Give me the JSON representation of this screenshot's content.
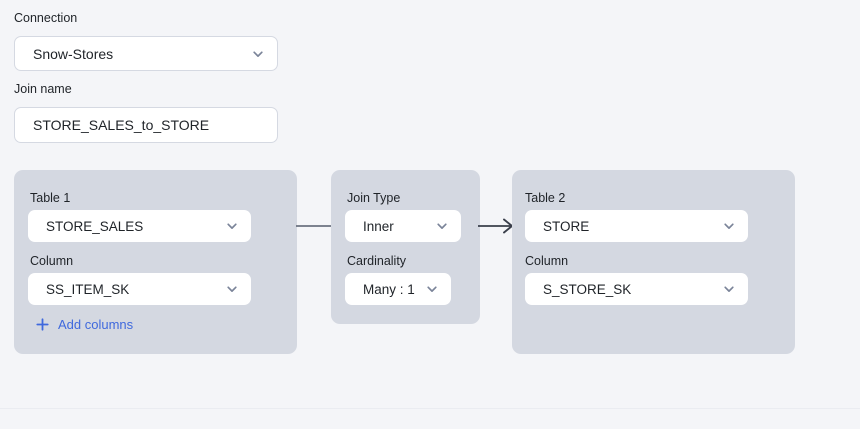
{
  "form": {
    "connection": {
      "label": "Connection",
      "value": "Snow-Stores"
    },
    "join_name": {
      "label": "Join name",
      "value": "STORE_SALES_to_STORE"
    }
  },
  "join_builder": {
    "table1": {
      "title": "Table 1",
      "table_value": "STORE_SALES",
      "column_label": "Column",
      "column_value": "SS_ITEM_SK",
      "add_columns_label": "Add columns"
    },
    "join": {
      "title": "Join Type",
      "join_type_value": "Inner",
      "cardinality_label": "Cardinality",
      "cardinality_value": "Many : 1"
    },
    "table2": {
      "title": "Table 2",
      "table_value": "STORE",
      "column_label": "Column",
      "column_value": "S_STORE_SK"
    }
  },
  "icons": {
    "chevron_down": "chevron-down-icon",
    "plus": "plus-icon",
    "arrow_right": "arrow-right-icon"
  },
  "colors": {
    "page_background": "#f4f5f8",
    "card_background": "#d4d8e1",
    "control_background": "#ffffff",
    "control_border": "#d5d9e2",
    "text_primary": "#1f2328",
    "link_blue": "#3f69dd",
    "connector_gray": "#6b7280",
    "chevron_gray": "#7b8499"
  }
}
